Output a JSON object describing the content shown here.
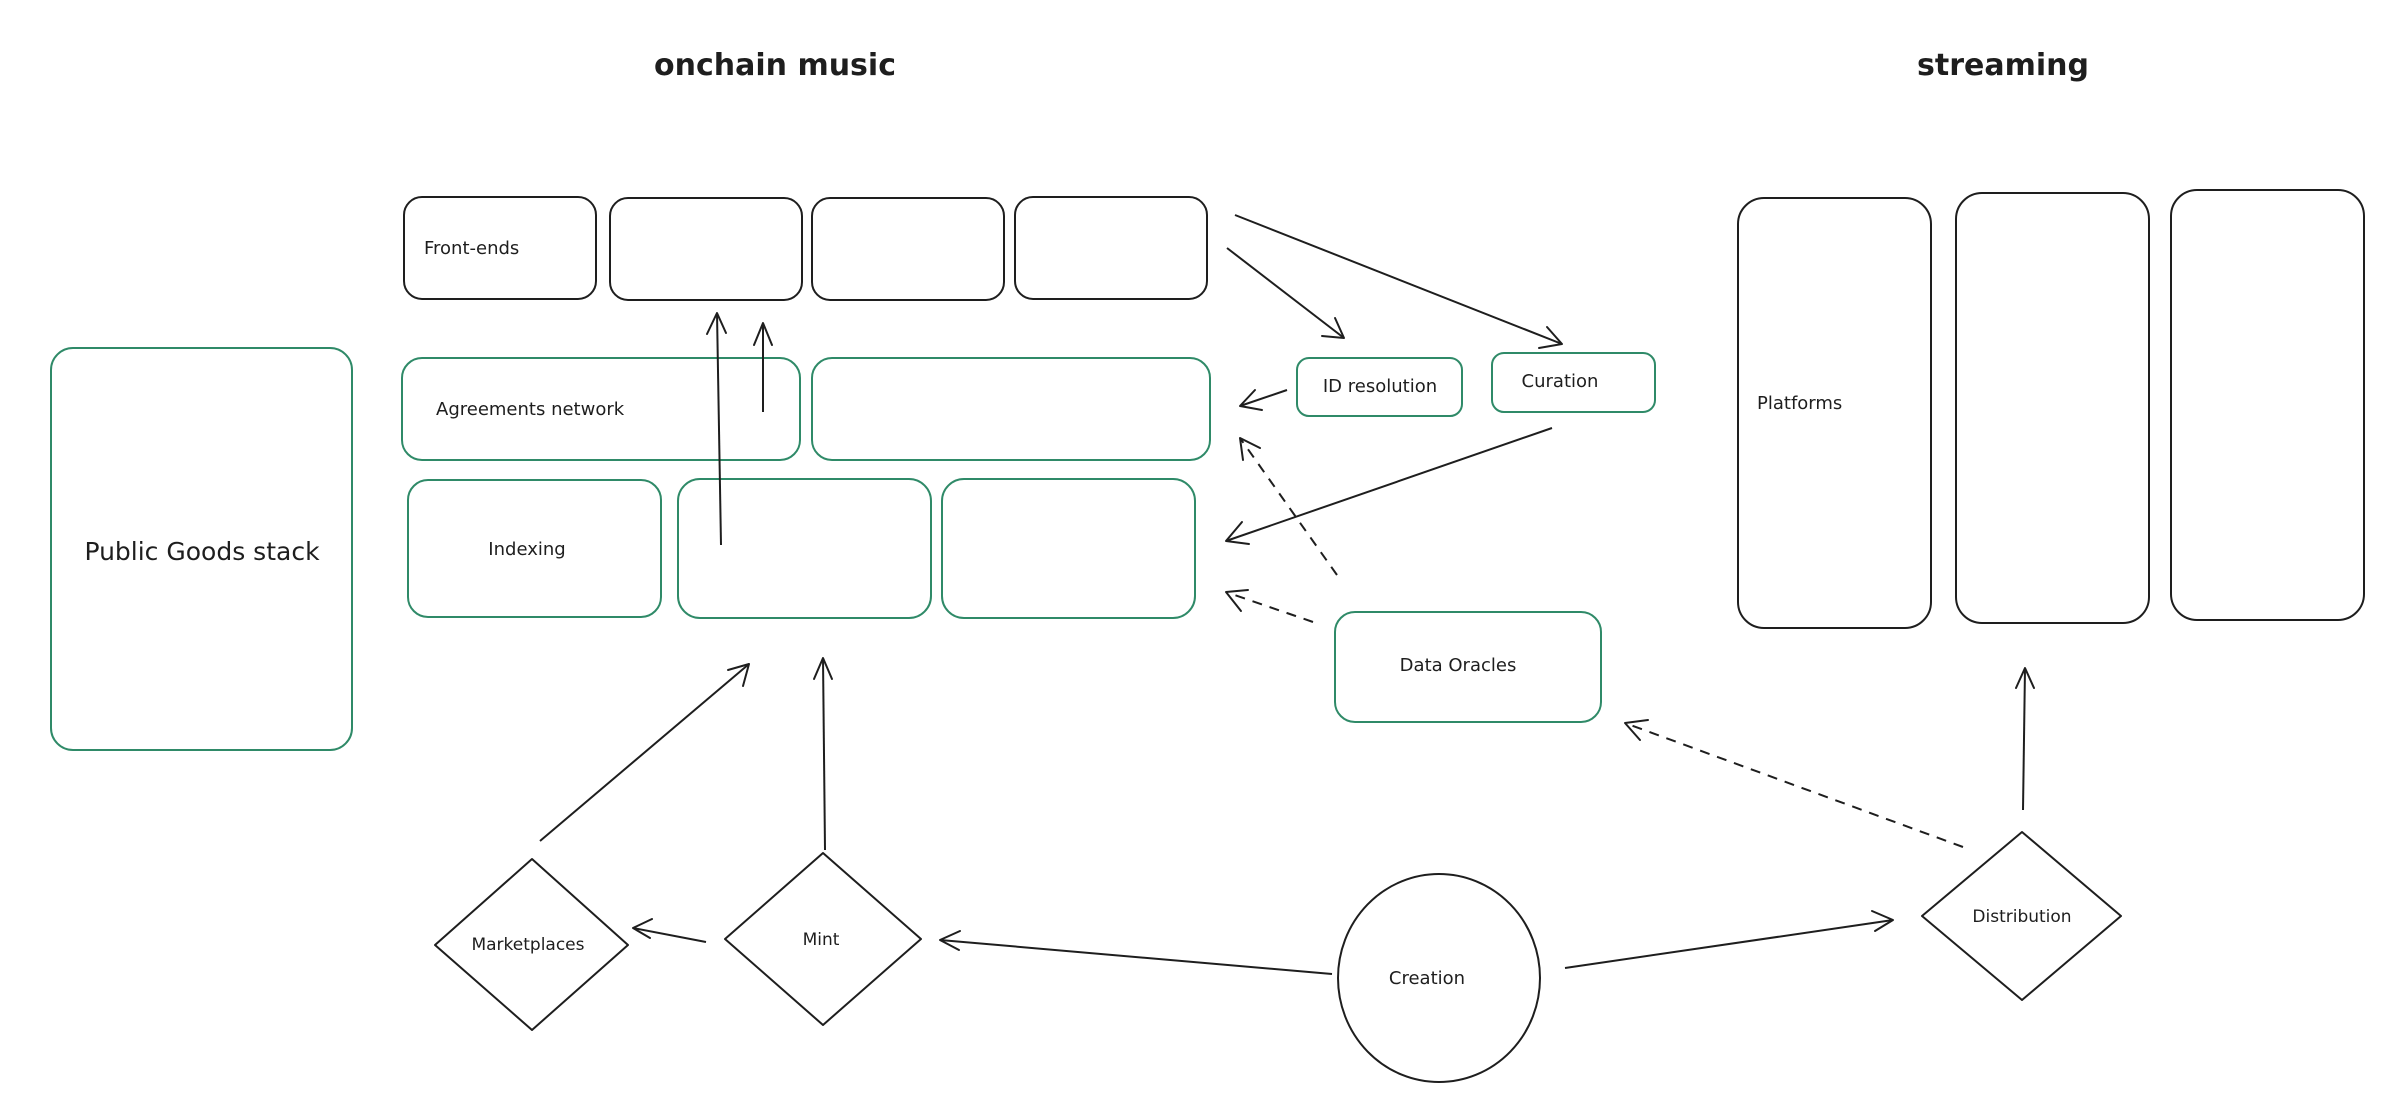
{
  "titles": {
    "onchain": "onchain music",
    "streaming": "streaming"
  },
  "nodes": {
    "public_goods": "Public Goods stack",
    "front_ends": "Front-ends",
    "agreements": "Agreements network",
    "indexing": "Indexing",
    "id_resolution": "ID resolution",
    "curation": "Curation",
    "data_oracles": "Data Oracles",
    "platforms": "Platforms",
    "marketplaces": "Marketplaces",
    "mint": "Mint",
    "creation": "Creation",
    "distribution": "Distribution"
  },
  "colors": {
    "ink": "#1e1e1e",
    "green_stroke": "#2f8a68",
    "background": "#ffffff"
  }
}
